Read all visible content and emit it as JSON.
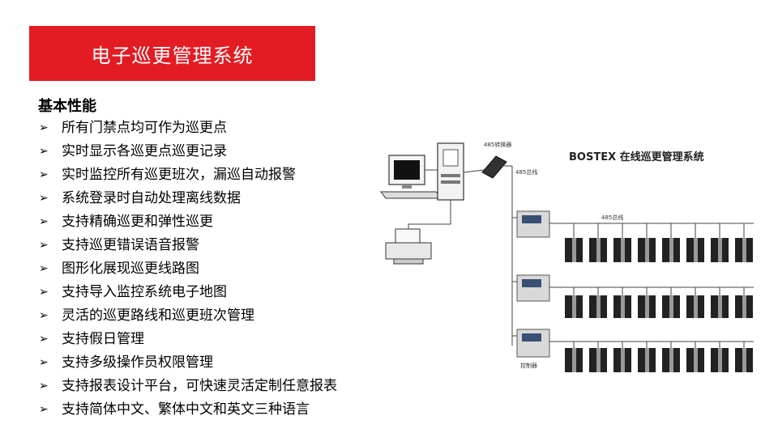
{
  "title": "电子巡更管理系统",
  "section_heading": "基本性能",
  "features": [
    "所有门禁点均可作为巡更点",
    "实时显示各巡更点巡更记录",
    "实时监控所有巡更班次，漏巡自动报警",
    "系统登录时自动处理离线数据",
    "支持精确巡更和弹性巡更",
    "支持巡更错误语音报警",
    "图形化展现巡更线路图",
    "支持导入监控系统电子地图",
    "灵活的巡更路线和巡更班次管理",
    "支持假日管理",
    "支持多级操作员权限管理",
    "支持报表设计平台，可快速灵活定制任意报表",
    "支持简体中文、繁体中文和英文三种语言"
  ],
  "bullet_glyph": "➢",
  "diagram": {
    "title": "BOSTEX 在线巡更管理系统",
    "converter_label": "485转换器",
    "bus_label_vertical": "485总线",
    "bus_label_horizontal": "485总线",
    "controller_label": "控制器"
  },
  "colors": {
    "banner": "#e31b23",
    "banner_text": "#ffffff"
  }
}
